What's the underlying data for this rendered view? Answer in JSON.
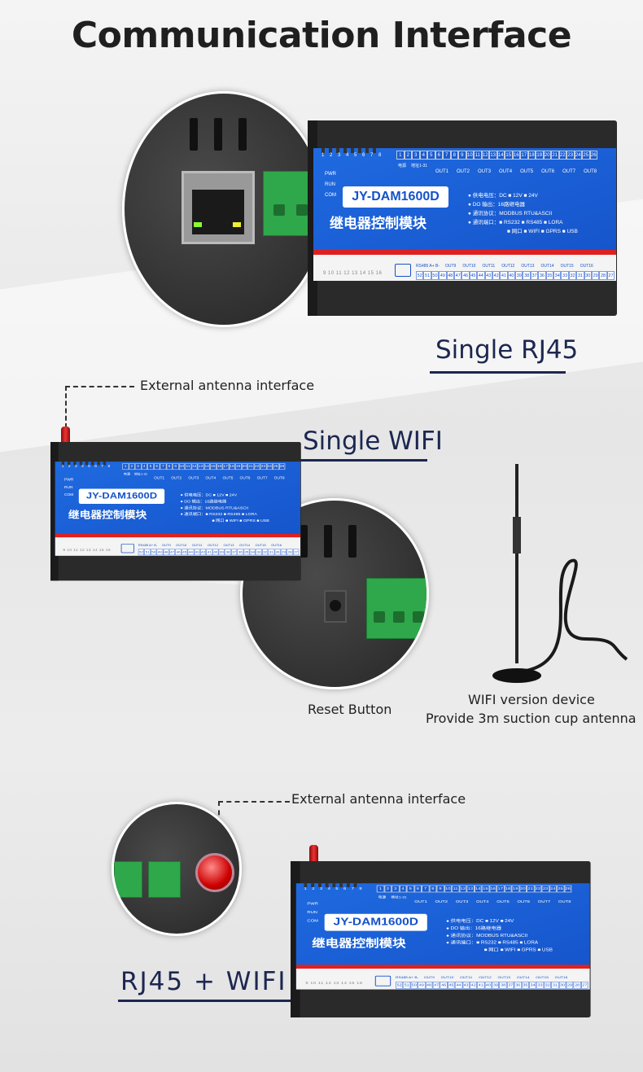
{
  "title": "Communication Interface",
  "sections": {
    "rj45": {
      "label": "Single RJ45"
    },
    "wifi": {
      "label": "Single WIFI",
      "antenna_note": "External antenna interface",
      "reset_label": "Reset Button",
      "device_note_1": "WIFI version device",
      "device_note_2": "Provide 3m suction cup antenna"
    },
    "both": {
      "label": "RJ45 + WIFI",
      "antenna_note": "External antenna interface"
    }
  },
  "device": {
    "model": "JY-DAM1600D",
    "name_cn": "继电器控制模块",
    "led_numbers": "1 2 3 4 5 6 7 8",
    "status": [
      "PWR",
      "RUN",
      "COM"
    ],
    "power_label": "电源",
    "address_label": "地址1-31",
    "top_terminals": [
      "1",
      "2",
      "3",
      "4",
      "5",
      "6",
      "7",
      "8",
      "9",
      "10",
      "11",
      "12",
      "13",
      "14",
      "15",
      "16",
      "17",
      "18",
      "19",
      "20",
      "21",
      "22",
      "23",
      "24",
      "25",
      "26"
    ],
    "top_outputs": [
      "OUT1",
      "OUT2",
      "OUT3",
      "OUT4",
      "OUT5",
      "OUT6",
      "OUT7",
      "OUT8"
    ],
    "specs": [
      "● 供电电压：DC ■ 12V ■ 24V",
      "● DO 输出：16路继电器",
      "● 通讯协议：MODBUS RTU&ASCII",
      "● 通讯端口：■ RS232 ■ RS485 ■ LORA",
      "■ 网口 ■ WIFI ■ GPRS ■ USB"
    ],
    "rs485": "RS485 A+ B-",
    "bottom_outputs": [
      "OUT9",
      "OUT10",
      "OUT11",
      "OUT12",
      "OUT13",
      "OUT14",
      "OUT15",
      "OUT16"
    ],
    "bottom_terminals": [
      "52",
      "51",
      "50",
      "49",
      "48",
      "47",
      "46",
      "45",
      "44",
      "43",
      "42",
      "41",
      "40",
      "39",
      "38",
      "37",
      "36",
      "35",
      "34",
      "33",
      "32",
      "31",
      "30",
      "29",
      "28",
      "27"
    ],
    "led_numbers_2": "9 10 11 12 13 14 15 16"
  },
  "colors": {
    "accent": "#1c2750",
    "panel": "#1552c9",
    "stripe": "#e02020"
  }
}
